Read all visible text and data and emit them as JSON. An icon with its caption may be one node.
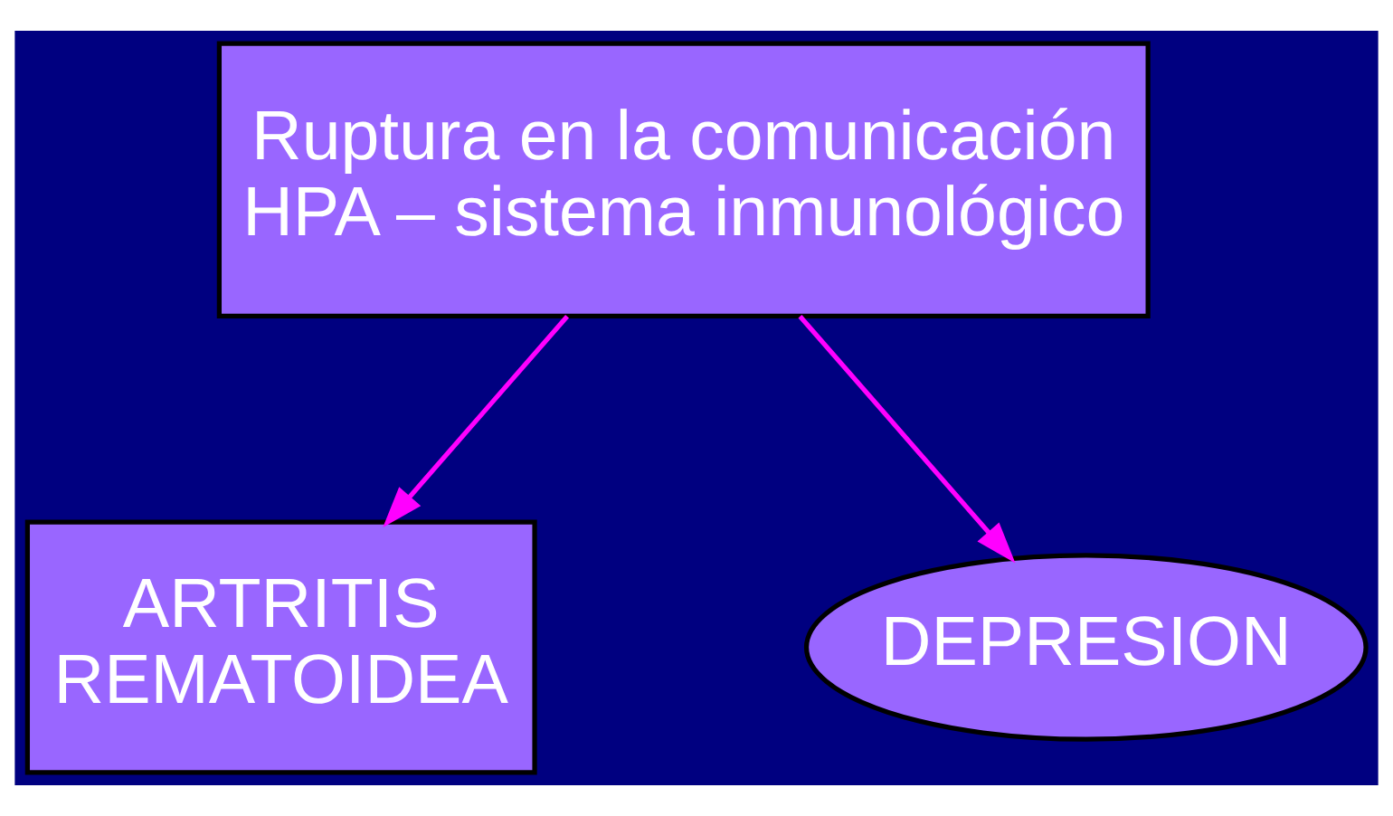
{
  "diagram": {
    "nodes": [
      {
        "text": [
          "Ruptura en la comunicación HPA – sistema inmunológico"
        ]
      },
      {
        "text": [
          "ARTRITIS REMATOIDEA"
        ]
      },
      {
        "text": [
          "DEPRESION"
        ]
      }
    ],
    "edges": [
      {
        "from": 0,
        "to": 1,
        "arrow": "to"
      },
      {
        "from": 0,
        "to": 2,
        "arrow": "to"
      }
    ]
  }
}
